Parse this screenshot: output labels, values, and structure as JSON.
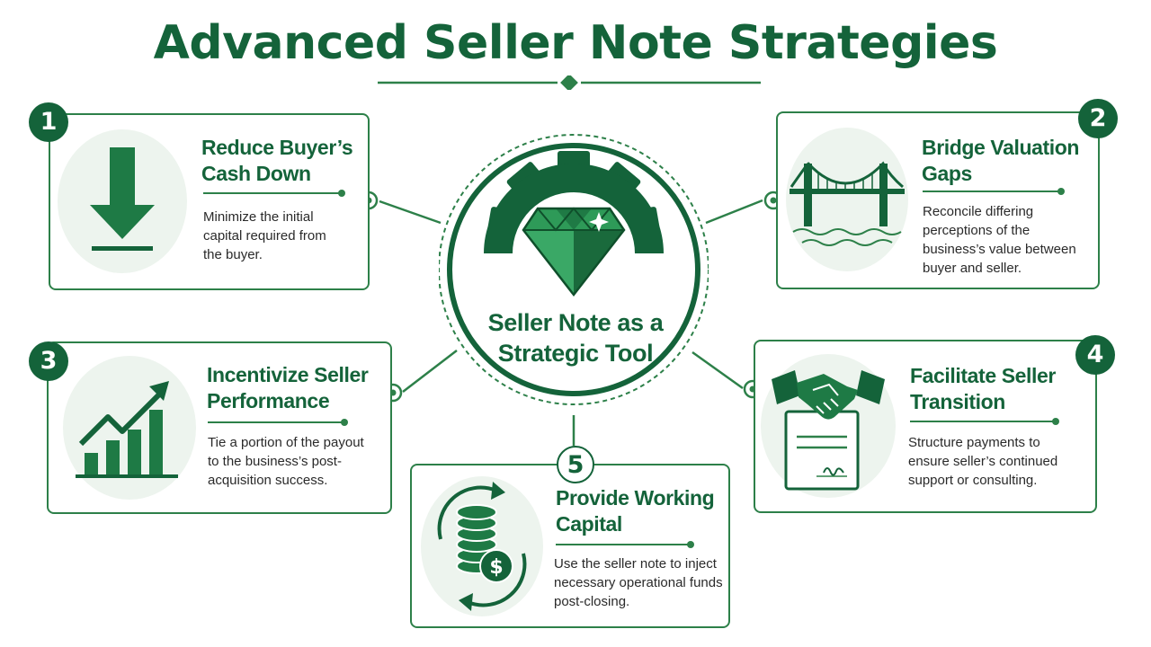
{
  "title": "Advanced Seller Note Strategies",
  "center": {
    "label": "Seller Note as a Strategic Tool"
  },
  "colors": {
    "primary": "#14633a",
    "accent": "#2d8049",
    "tint": "#edf4ee"
  },
  "strategies": [
    {
      "number": "1",
      "heading": "Reduce Buyer’s Cash Down",
      "description": "Minimize the initial capital required from the buyer.",
      "icon": "down-arrow-icon"
    },
    {
      "number": "2",
      "heading": "Bridge Valuation Gaps",
      "description": "Reconcile differing perceptions of the business’s value between buyer and seller.",
      "icon": "bridge-icon"
    },
    {
      "number": "3",
      "heading": "Incentivize Seller Performance",
      "description": "Tie a portion of the payout to the business’s post-acquisition success.",
      "icon": "growth-chart-icon"
    },
    {
      "number": "4",
      "heading": "Facilitate Seller Transition",
      "description": "Structure payments to ensure seller’s continued support or consulting.",
      "icon": "handshake-contract-icon"
    },
    {
      "number": "5",
      "heading": "Provide Working Capital",
      "description": "Use the seller note to inject necessary operational funds post-closing.",
      "icon": "coins-cycle-icon"
    }
  ]
}
